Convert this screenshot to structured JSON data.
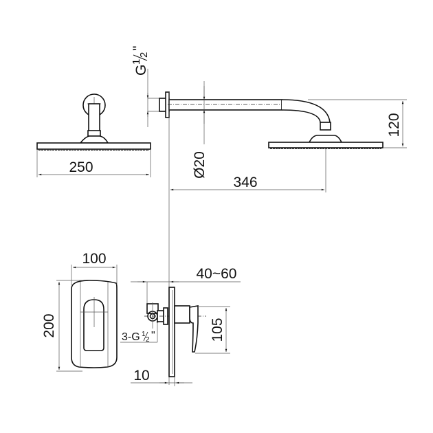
{
  "drawing": {
    "title": "Concealed shower set technical drawing",
    "views": {
      "shower_head_front": {
        "width_label": "250"
      },
      "shower_arm_side": {
        "thread_label_main": "G",
        "thread_label_frac_num": "1",
        "thread_label_frac_den": "2",
        "thread_label_inch": "\"",
        "diameter_label": "Ø20",
        "projection_label": "346",
        "height_label": "120"
      },
      "valve_front": {
        "width_label": "100",
        "height_label": "200"
      },
      "valve_side": {
        "depth_label": "40~60",
        "handle_height_label": "105",
        "plate_label": "10",
        "connection_label_main": "3-G",
        "connection_frac_num": "1",
        "connection_frac_den": "2",
        "connection_inch": "\""
      }
    },
    "colors": {
      "line": "#111111",
      "background": "#ffffff"
    }
  }
}
